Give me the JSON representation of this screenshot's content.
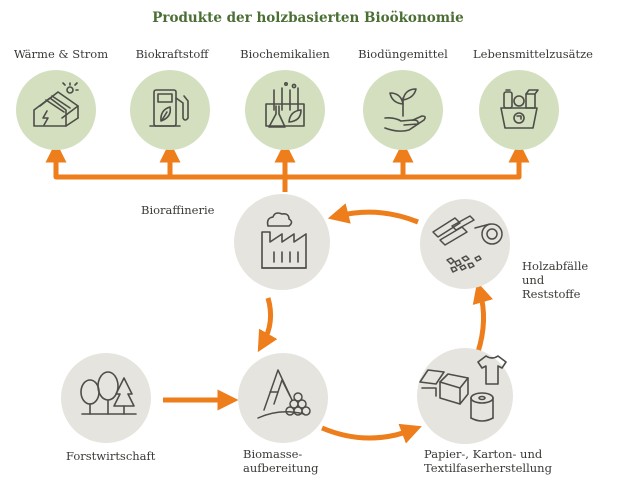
{
  "title": "Produkte der holzbasierten Bioökonomie",
  "products": [
    {
      "label": "Wärme & Strom",
      "icon": "solar-house-icon"
    },
    {
      "label": "Biokraftstoff",
      "icon": "fuel-pump-icon"
    },
    {
      "label": "Biochemikalien",
      "icon": "lab-flasks-icon"
    },
    {
      "label": "Biodüngemittel",
      "icon": "seedling-hand-icon"
    },
    {
      "label": "Lebensmittelzusätze",
      "icon": "food-basket-icon"
    }
  ],
  "stages": {
    "bioraffinerie": {
      "label": "Bioraffinerie",
      "icon": "factory-icon"
    },
    "holzabfaelle": {
      "label": [
        "Holzabfälle",
        "und",
        "Reststoffe"
      ],
      "icon": "wood-logs-icon"
    },
    "papier": {
      "label": [
        "Papier-, Karton- und",
        "Textilfaserherstellung"
      ],
      "icon": "paper-box-shirt-icon"
    },
    "biomasse": {
      "label": [
        "Biomasse-",
        "aufbereitung"
      ],
      "icon": "wood-pile-icon"
    },
    "forst": {
      "label": "Forstwirtschaft",
      "icon": "forest-trees-icon"
    }
  },
  "colors": {
    "title": "#4a6e34",
    "product_circle": "#d3dfbf",
    "stage_circle": "#e6e4df",
    "arrow": "#ee7d1b",
    "icon": "#4d4d49"
  }
}
